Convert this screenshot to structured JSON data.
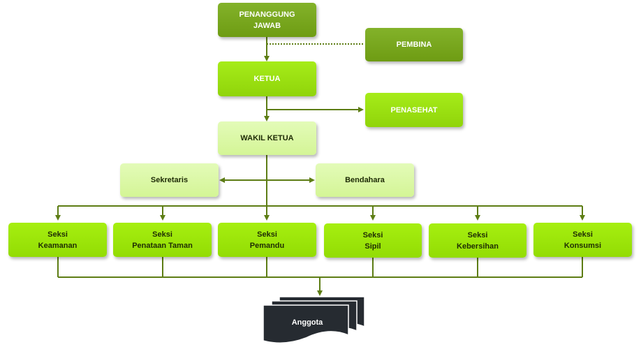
{
  "nodes": {
    "penanggung_jawab": [
      "PENANGGUNG",
      "JAWAB"
    ],
    "pembina": "PEMBINA",
    "ketua": "KETUA",
    "penasehat": "PENASEHAT",
    "wakil_ketua": "WAKIL KETUA",
    "sekretaris": "Sekretaris",
    "bendahara": "Bendahara",
    "anggota": "Anggota"
  },
  "seksi": [
    [
      "Seksi",
      "Keamanan"
    ],
    [
      "Seksi",
      "Penataan Taman"
    ],
    [
      "Seksi",
      "Pemandu"
    ],
    [
      "Seksi",
      "Sipil"
    ],
    [
      "Seksi",
      "Kebersihan"
    ],
    [
      "Seksi",
      "Konsumsi"
    ]
  ],
  "colors": {
    "connector": "#5d7d14",
    "dark_green": "#72a11a",
    "bright_green": "#99e00e",
    "pale_green": "#dbf8a6",
    "document": "#262b31"
  }
}
